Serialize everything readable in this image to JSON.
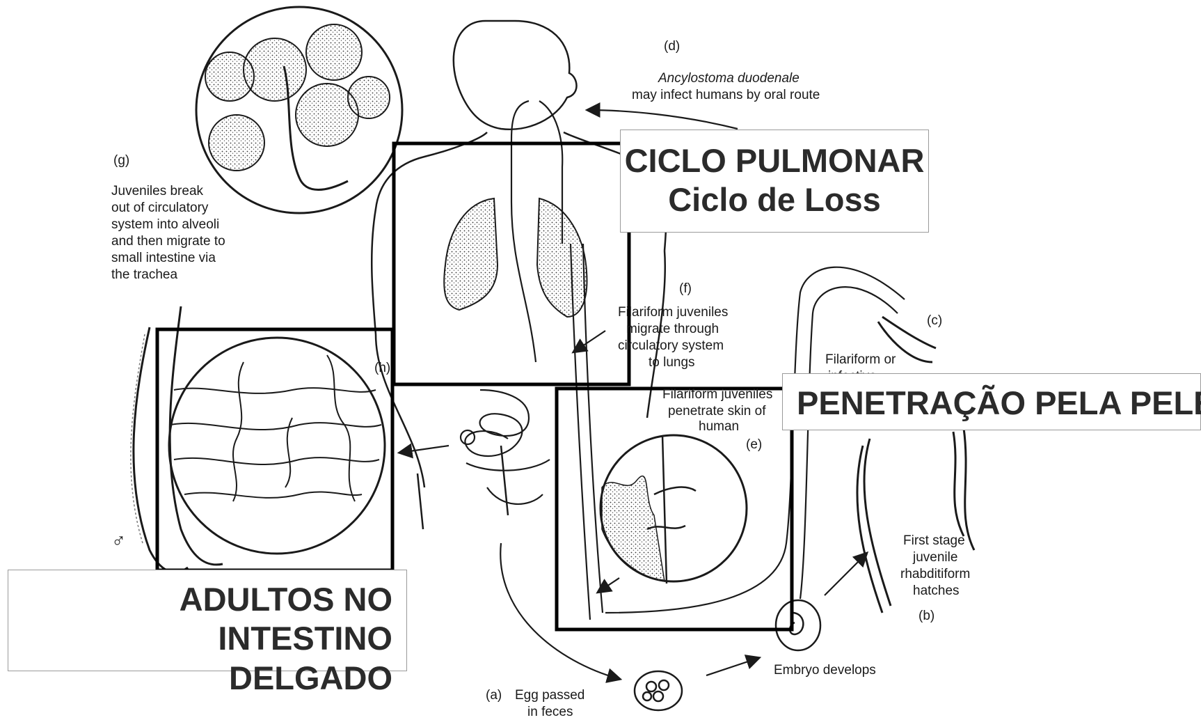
{
  "titles": {
    "pulmonar_line1": "CICLO PULMONAR",
    "pulmonar_line2": "Ciclo de Loss",
    "pele": "PENETRAÇÃO PELA PELE",
    "adultos_line1": "ADULTOS NO INTESTINO",
    "adultos_line2": "DELGADO"
  },
  "stages": {
    "a": {
      "tag": "(a)",
      "lines": [
        "Egg passed",
        "in feces"
      ]
    },
    "b": {
      "tag": "(b)",
      "lines": [
        "First stage",
        "juvenile",
        "rhabditiform",
        "hatches"
      ]
    },
    "c": {
      "tag": "(c)",
      "lines": [
        "Filariform or",
        "infective"
      ]
    },
    "d": {
      "tag": "(d)",
      "lines": [
        "Ancylostoma duodenale",
        "may infect humans by oral route"
      ]
    },
    "e": {
      "tag": "(e)",
      "lines": [
        "Filariform juveniles",
        "penetrate skin of",
        "human"
      ]
    },
    "f": {
      "tag": "(f)",
      "lines": [
        "Filariform juveniles",
        "migrate through",
        "circulatory system",
        "to lungs"
      ]
    },
    "g": {
      "tag": "(g)",
      "lines": [
        "Juveniles break",
        "out of circulatory",
        "system into alveoli",
        "and then migrate to",
        "small intestine via",
        "the trachea"
      ]
    },
    "h": {
      "tag": "(h)"
    },
    "embryo": {
      "lines": [
        "Embryo develops"
      ]
    },
    "male_symbol": "♂"
  },
  "colors": {
    "line": "#1a1a1a",
    "stipple": "#bdbdbd",
    "highlight_box": "#000000",
    "label_border": "#9a9a9a"
  }
}
